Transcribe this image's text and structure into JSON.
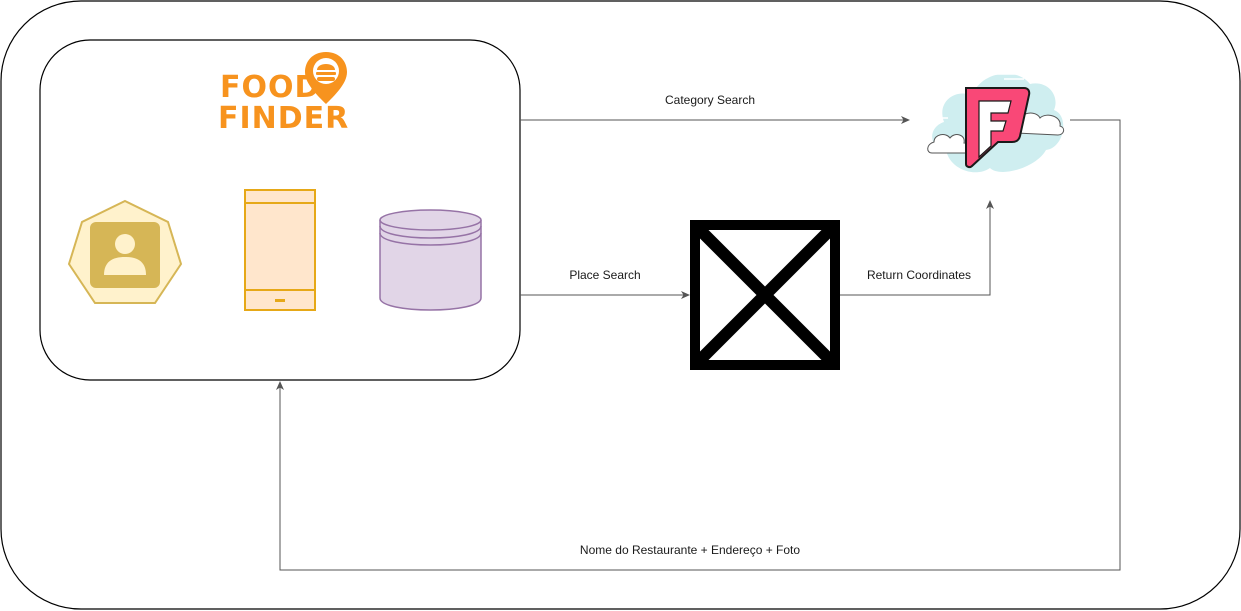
{
  "logo": {
    "line1": "FOOD",
    "line2": "FINDER"
  },
  "edges": {
    "category_search": "Category Search",
    "place_search": "Place Search",
    "return_coordinates": "Return Coordinates",
    "result": "Nome do Restaurante + Endereço + Foto"
  },
  "icons": {
    "user": "user-badge-icon",
    "phone": "mobile-phone-icon",
    "database": "database-icon",
    "geocoder": "crossed-box-icon",
    "foursquare": "foursquare-cloud-icon"
  },
  "colors": {
    "logo": "#f7931e",
    "user_fill": "#fff2cc",
    "user_stroke": "#d6b656",
    "phone_fill": "#ffe6cc",
    "phone_stroke": "#e6a817",
    "db_fill": "#e1d5e7",
    "db_stroke": "#9673a6",
    "foursquare": "#f94877",
    "cloud": "#cfeef0",
    "edge": "#555555"
  }
}
